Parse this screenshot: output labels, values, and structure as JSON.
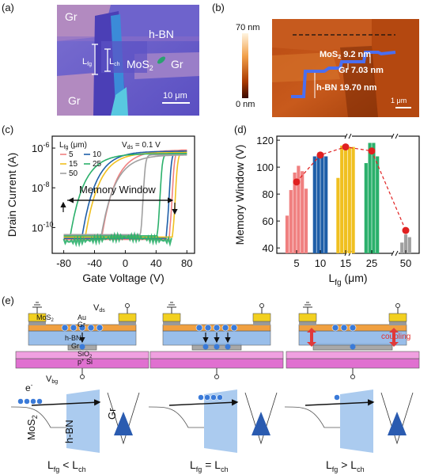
{
  "panels": {
    "a": {
      "label": "(a)",
      "texts": {
        "gr_tl": "Gr",
        "hbn": "h-BN",
        "mos2": "MoS",
        "mos2_sub": "2",
        "gr_r": "Gr",
        "gr_bl": "Gr",
        "lfg": "L",
        "lfg_sub": "fg",
        "lch": "L",
        "lch_sub": "ch",
        "scale": "10 μm"
      }
    },
    "b": {
      "label": "(b)",
      "colorbar_top": "70 nm",
      "colorbar_bottom": "0 nm",
      "texts": {
        "mos2": "MoS",
        "mos2_sub": "2",
        "mos2_val": " 9.2 nm",
        "gr": "Gr 7.03 nm",
        "hbn": "h-BN 19.70 nm",
        "scale": "1 μm"
      }
    },
    "c": {
      "label": "(c)",
      "legend_title": "L",
      "legend_title_sub": "fg",
      "legend_title_unit": " (μm)",
      "vds": "V",
      "vds_sub": "ds",
      "vds_val": " = 0.1 V",
      "legend_items": [
        "5",
        "10",
        "15",
        "25",
        "50"
      ],
      "memory_window": "Memory Window"
    },
    "d": {
      "label": "(d)"
    },
    "e": {
      "label": "(e)",
      "labels": {
        "vds": "V",
        "vds_sub": "ds",
        "au": "Au",
        "gr": "Gr",
        "mos2": "MoS",
        "mos2_sub": "2",
        "hbn": "h-BN",
        "gr2": "Gr",
        "sio2": "SiO",
        "sio2_sub": "2",
        "psi": "p",
        "psi_sup": "+",
        "psi_tail": " Si",
        "vbg": "V",
        "vbg_sub": "bg",
        "coupling": "coupling",
        "e": "e",
        "e_sup": "-",
        "band_mos2": "MoS",
        "band_mos2_sub": "2",
        "band_hbn": "h-BN",
        "band_gr": "Gr"
      },
      "conditions": [
        {
          "l": "L",
          "s1": "fg",
          "op": " < L",
          "s2": "ch"
        },
        {
          "l": "L",
          "s1": "fg",
          "op": " = L",
          "s2": "ch"
        },
        {
          "l": "L",
          "s1": "fg",
          "op": " > L",
          "s2": "ch"
        }
      ]
    }
  },
  "chart_data": [
    {
      "type": "line",
      "panel": "c",
      "xlabel": "Gate Voltage (V)",
      "ylabel": "Drain Current (A)",
      "xlim": [
        -95,
        90
      ],
      "ylim_log10": [
        -11.3,
        -5.4
      ],
      "yscale": "log",
      "x_ticks": [
        -80,
        -40,
        0,
        40,
        80
      ],
      "y_ticks": [
        {
          "label": "10",
          "exp": "-6",
          "v": -6
        },
        {
          "label": "10",
          "exp": "-8",
          "v": -8
        },
        {
          "label": "10",
          "exp": "-10",
          "v": -10
        }
      ],
      "series": [
        {
          "name": "5",
          "color": "#f08080",
          "forward_threshold": 58,
          "reverse_threshold": -31
        },
        {
          "name": "10",
          "color": "#1f5fa8",
          "forward_threshold": 54,
          "reverse_threshold": -57
        },
        {
          "name": "15",
          "color": "#f0c020",
          "forward_threshold": 62,
          "reverse_threshold": -53
        },
        {
          "name": "25",
          "color": "#2bb06b",
          "forward_threshold": 42,
          "reverse_threshold": -73
        },
        {
          "name": "50",
          "color": "#a0a0a0",
          "forward_threshold": 20,
          "reverse_threshold": -33
        }
      ],
      "on_level_log10": -6.1,
      "off_level_log10": -10.6
    },
    {
      "type": "bar",
      "panel": "d",
      "xlabel": "L",
      "xlabel_sub": "fg",
      "xlabel_unit": " (μm)",
      "ylabel": "Memory Window (V)",
      "ylim": [
        36,
        123
      ],
      "y_ticks": [
        40,
        60,
        80,
        100,
        120
      ],
      "categories": [
        "5",
        "10",
        "15",
        "25",
        "50"
      ],
      "groups": [
        {
          "name": "5",
          "color": "#f08080",
          "bars": [
            64,
            83,
            96,
            101,
            97,
            84
          ]
        },
        {
          "name": "10",
          "color": "#1f5fa8",
          "bars": [
            108,
            109,
            110,
            108
          ]
        },
        {
          "name": "15",
          "color": "#f0c020",
          "bars": [
            92,
            116,
            117,
            115,
            115
          ]
        },
        {
          "name": "25",
          "color": "#2bb06b",
          "bars": [
            103,
            118,
            118,
            108
          ]
        },
        {
          "name": "50",
          "color": "#a0a0a0",
          "bars": [
            44,
            50,
            48
          ]
        }
      ],
      "mean_series": [
        89,
        109,
        115,
        112,
        53
      ],
      "mean_color": "#e02020"
    }
  ]
}
